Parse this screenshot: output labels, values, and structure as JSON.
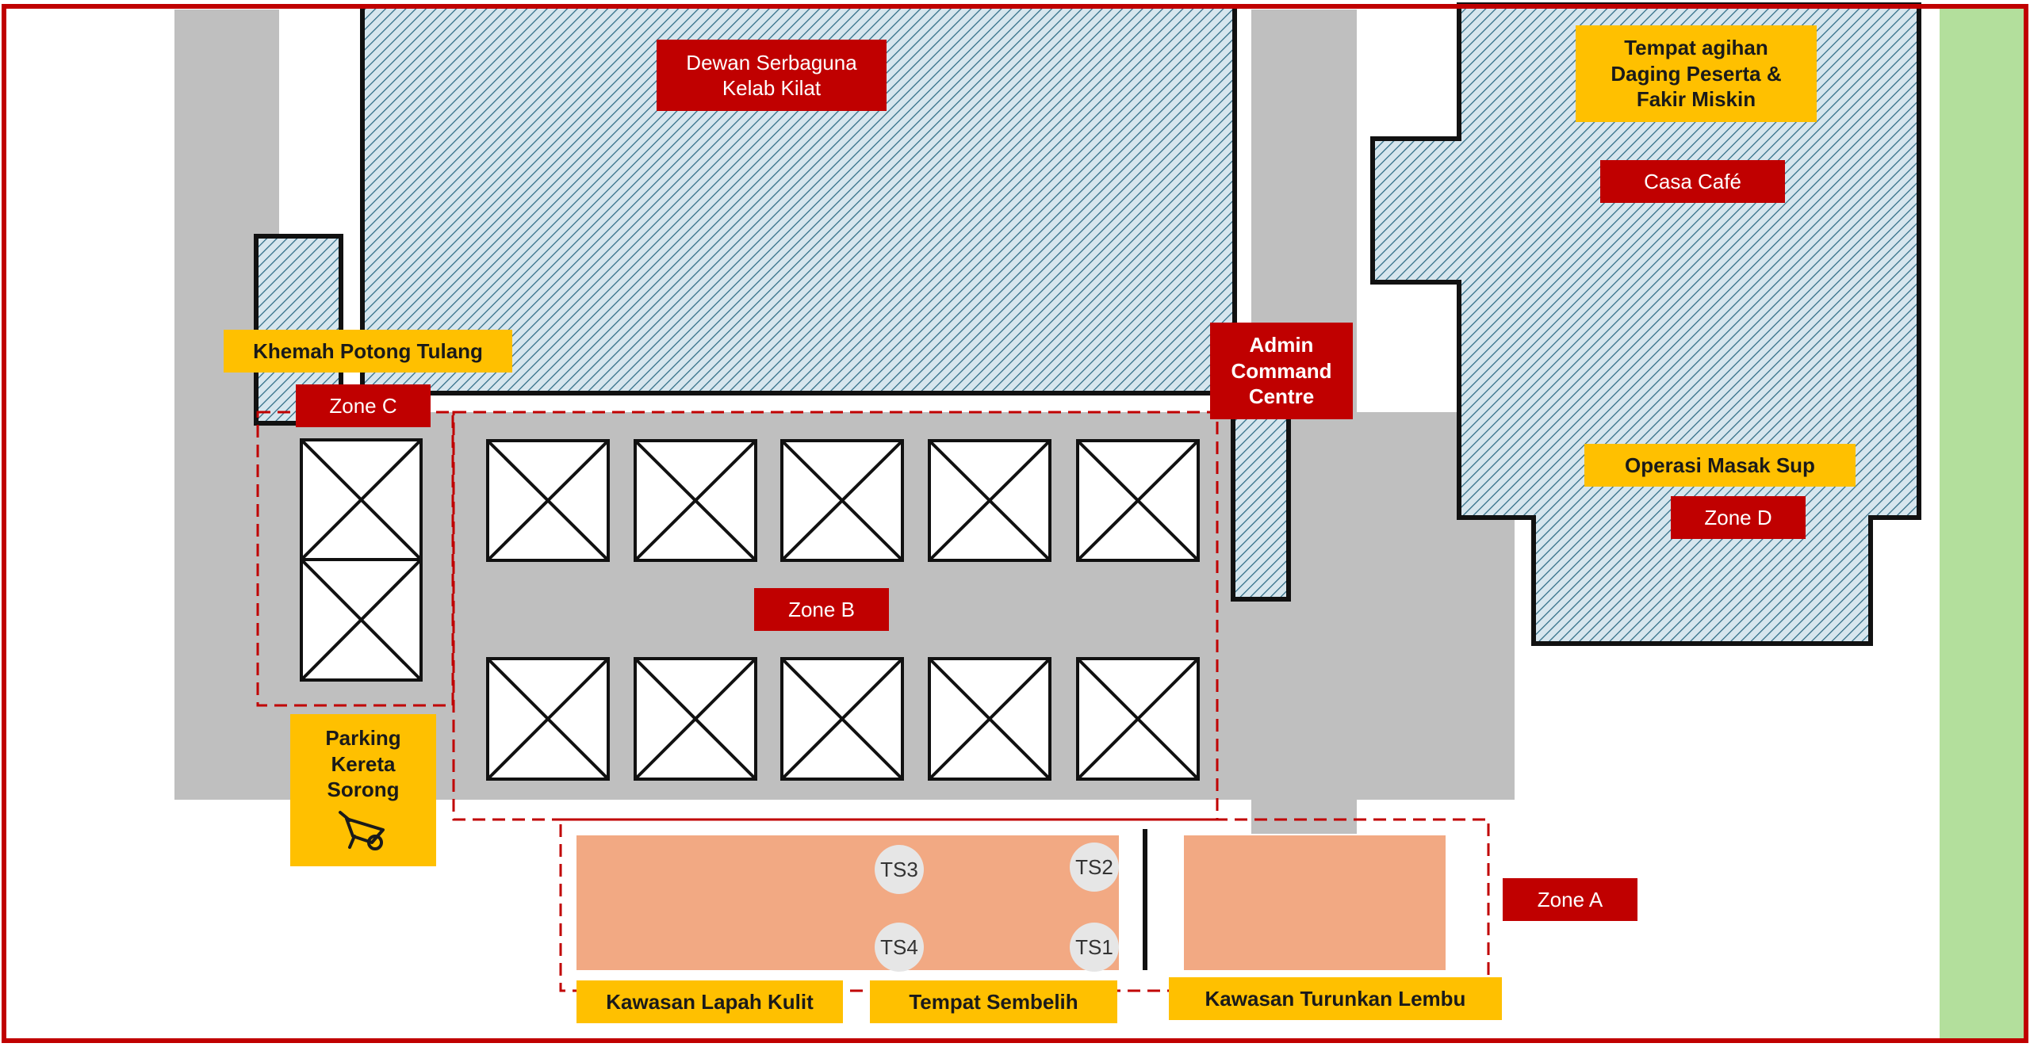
{
  "colors": {
    "border": "#c00000",
    "road": "#bfbfbf",
    "building_fill": "#d7e6ee",
    "building_hatch": "#2e6b85",
    "green_strip": "#b3df9c",
    "slaughter_area": "#f2a983",
    "label_red": "#c00000",
    "label_yellow": "#ffc000"
  },
  "labels": {
    "dewan": "Dewan Serbaguna\nKelab Kilat",
    "tempat_agihan": "Tempat agihan\nDaging Peserta &\nFakir Miskin",
    "casa_cafe": "Casa Café",
    "khemah": "Khemah Potong Tulang",
    "zone_c": "Zone C",
    "admin": "Admin\nCommand\nCentre",
    "operasi": "Operasi Masak Sup",
    "zone_d": "Zone D",
    "zone_b": "Zone B",
    "parking": "Parking\nKereta\nSorong",
    "zone_a": "Zone A",
    "lapah": "Kawasan Lapah Kulit",
    "sembelih": "Tempat Sembelih",
    "turunkan": "Kawasan Turunkan Lembu"
  },
  "stations": [
    "TS3",
    "TS2",
    "TS4",
    "TS1"
  ],
  "icons": {
    "parking": "wheelbarrow-icon",
    "tent": "tent-icon"
  }
}
